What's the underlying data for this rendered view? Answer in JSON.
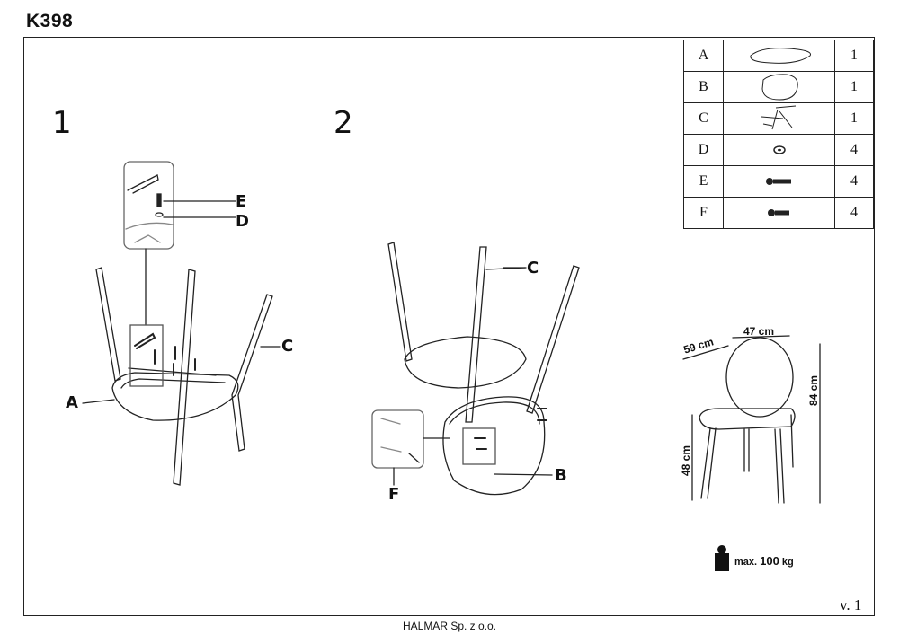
{
  "header": {
    "model": "K398"
  },
  "steps": [
    "1",
    "2"
  ],
  "callouts": {
    "a": "A",
    "b": "B",
    "c": "C",
    "d": "D",
    "e": "E",
    "f": "F"
  },
  "parts_table": [
    {
      "letter": "A",
      "icon": "seat-shell-icon",
      "qty": "1"
    },
    {
      "letter": "B",
      "icon": "backrest-icon",
      "qty": "1"
    },
    {
      "letter": "C",
      "icon": "leg-frame-icon",
      "qty": "1"
    },
    {
      "letter": "D",
      "icon": "washer-icon",
      "qty": "4"
    },
    {
      "letter": "E",
      "icon": "long-bolt-icon",
      "qty": "4"
    },
    {
      "letter": "F",
      "icon": "short-bolt-icon",
      "qty": "4"
    }
  ],
  "dimensions": {
    "depth": "59 cm",
    "width": "47 cm",
    "height": "84 cm",
    "seat_height": "48 cm"
  },
  "max_load": {
    "prefix": "max.",
    "value": "100",
    "unit": "kg"
  },
  "version": "v. 1",
  "footer": "HALMAR Sp. z o.o."
}
